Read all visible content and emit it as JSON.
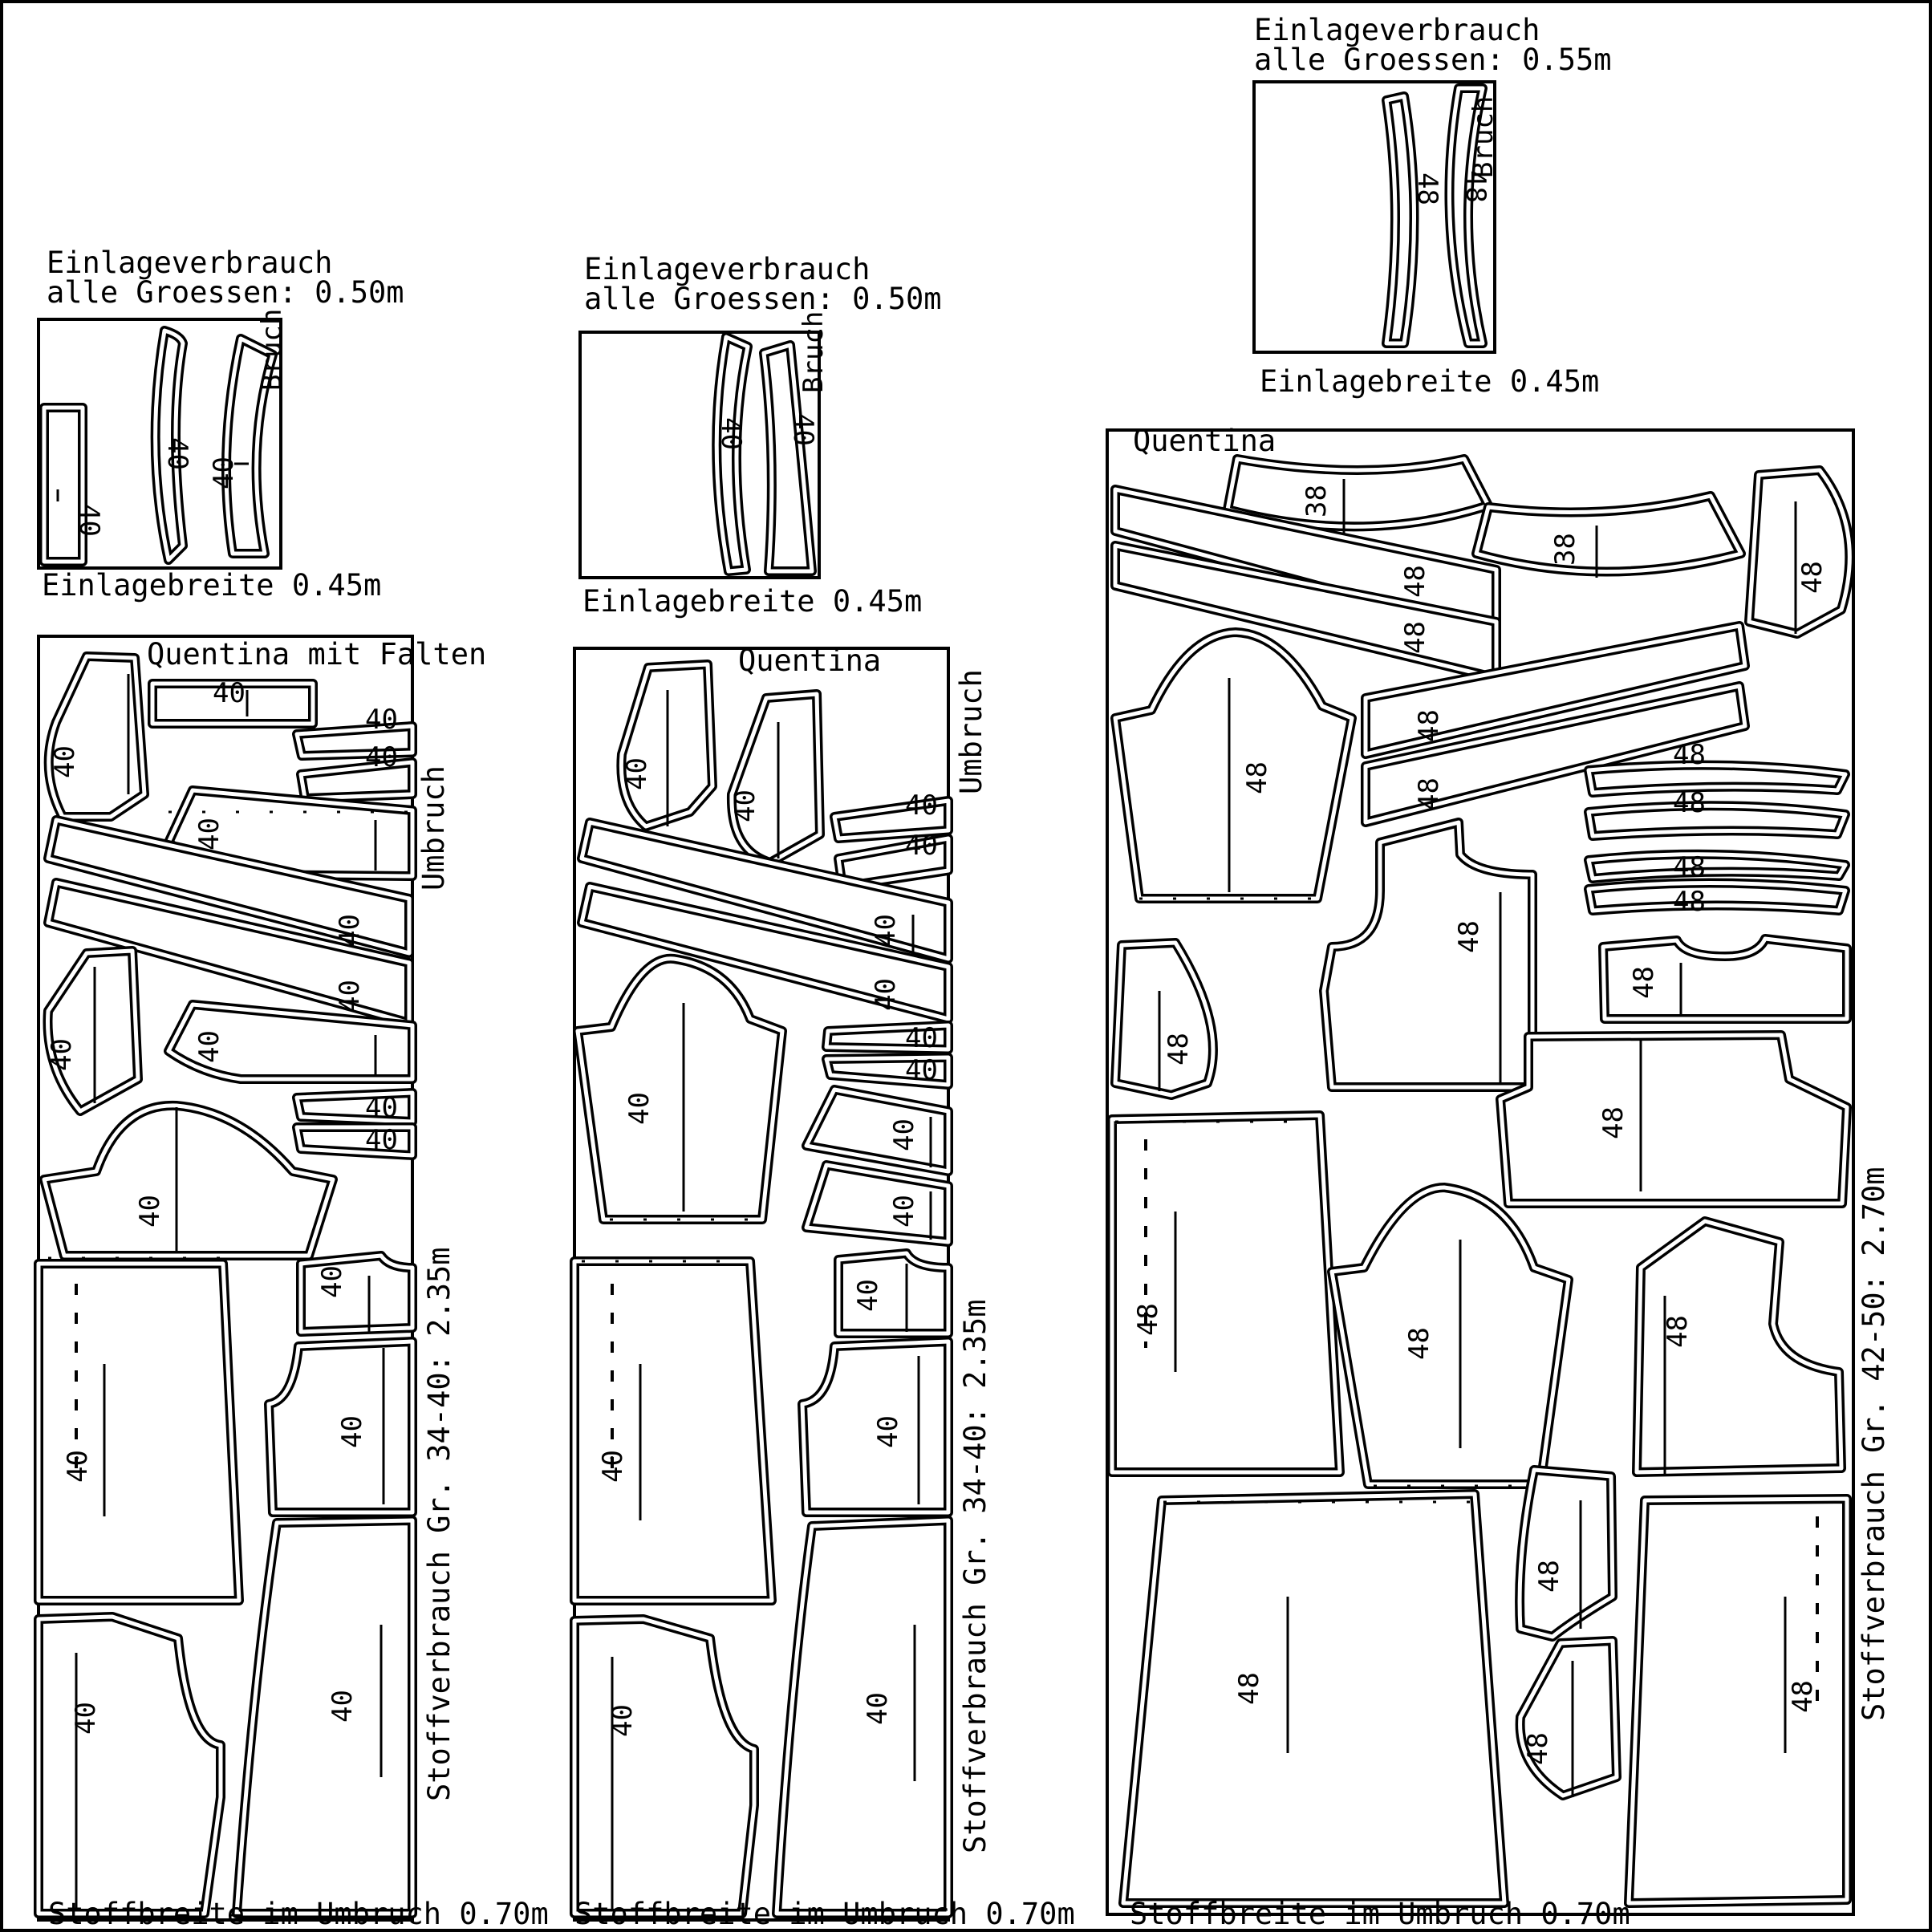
{
  "interfacing": [
    {
      "line1": "Einlageverbrauch",
      "line2": "alle Groessen: 0.50m",
      "width_label": "Einlagebreite 0.45m",
      "size": "40",
      "fold": "Bruch"
    },
    {
      "line1": "Einlageverbrauch",
      "line2": "alle Groessen: 0.50m",
      "width_label": "Einlagebreite 0.45m",
      "size": "40",
      "fold": "Bruch"
    },
    {
      "line1": "Einlageverbrauch",
      "line2": "alle Groessen: 0.55m",
      "width_label": "Einlagebreite 0.45m",
      "size": "48",
      "fold": "Bruch"
    }
  ],
  "layouts": [
    {
      "title": "Quentina mit Falten",
      "fold_label": "Umbruch",
      "consumption": "Stoffverbrauch Gr. 34-40: 2.35m",
      "fabric_width": "Stoffbreite im Umbruch 0.70m",
      "size": "40"
    },
    {
      "title": "Quentina",
      "fold_label": "Umbruch",
      "consumption": "Stoffverbrauch Gr. 34-40: 2.35m",
      "fabric_width": "Stoffbreite im Umbruch 0.70m",
      "size": "40"
    },
    {
      "title": "Quentina",
      "consumption": "Stoffverbrauch Gr. 42-50: 2.70m",
      "fabric_width": "Stoffbreite im Umbruch 0.70m",
      "size": "48",
      "size_small": "38"
    }
  ]
}
